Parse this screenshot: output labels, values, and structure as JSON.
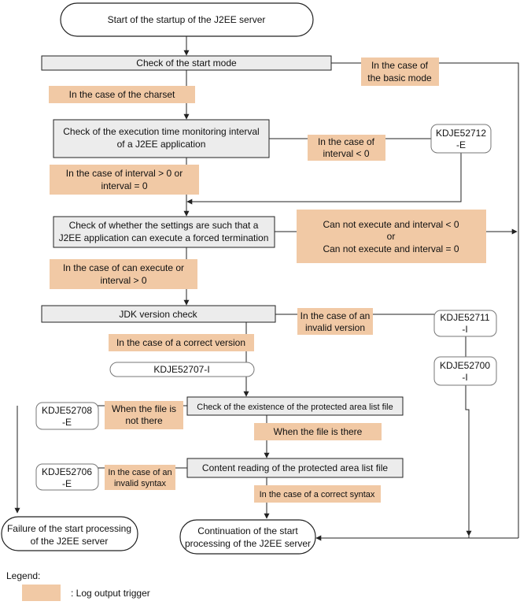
{
  "terminals": {
    "start": "Start of the startup of the J2EE server",
    "failure_l1": "Failure of the start processing",
    "failure_l2": "of the J2EE server",
    "continue_l1": "Continuation of the start",
    "continue_l2": "processing of the J2EE server"
  },
  "process": {
    "start_mode": "Check of the start mode",
    "interval_l1": "Check of the execution time monitoring interval",
    "interval_l2": "of a J2EE application",
    "forced_l1": "Check of whether the settings are such that a",
    "forced_l2": "J2EE application can execute a forced termination",
    "jdk": "JDK version check",
    "existence": "Check of the existence of the protected area list file",
    "reading": "Content reading of the protected area list file"
  },
  "triggers": {
    "basic_l1": "In the case of",
    "basic_l2": "the basic mode",
    "charset": "In the case of the charset",
    "interval_neg_l1": "In the case of",
    "interval_neg_l2": "interval < 0",
    "interval_pos_l1": "In the case of interval > 0 or",
    "interval_pos_l2": "interval = 0",
    "cannot_l1": "Can not execute and interval < 0",
    "cannot_l2": "or",
    "cannot_l3": "Can not execute and interval = 0",
    "can_l1": "In the case of can execute or",
    "can_l2": "interval > 0",
    "invalid_ver_l1": "In the case of an",
    "invalid_ver_l2": "invalid version",
    "correct_ver": "In the case of a correct version",
    "file_not_l1": "When the file is",
    "file_not_l2": "not there",
    "file_there": "When the file is there",
    "invalid_syn_l1": "In the case of an",
    "invalid_syn_l2": "invalid syntax",
    "correct_syn": "In the case of a correct syntax"
  },
  "messages": {
    "m52712_l1": "KDJE52712",
    "m52712_l2": "-E",
    "m52711_l1": "KDJE52711",
    "m52711_l2": "-I",
    "m52700_l1": "KDJE52700",
    "m52700_l2": "-I",
    "m52707": "KDJE52707-I",
    "m52708_l1": "KDJE52708",
    "m52708_l2": "-E",
    "m52706_l1": "KDJE52706",
    "m52706_l2": "-E"
  },
  "legend": {
    "title": "Legend:",
    "item": ": Log output trigger"
  },
  "colors": {
    "trigger_fill": "#f1c9a5",
    "process_fill": "#ececec"
  }
}
